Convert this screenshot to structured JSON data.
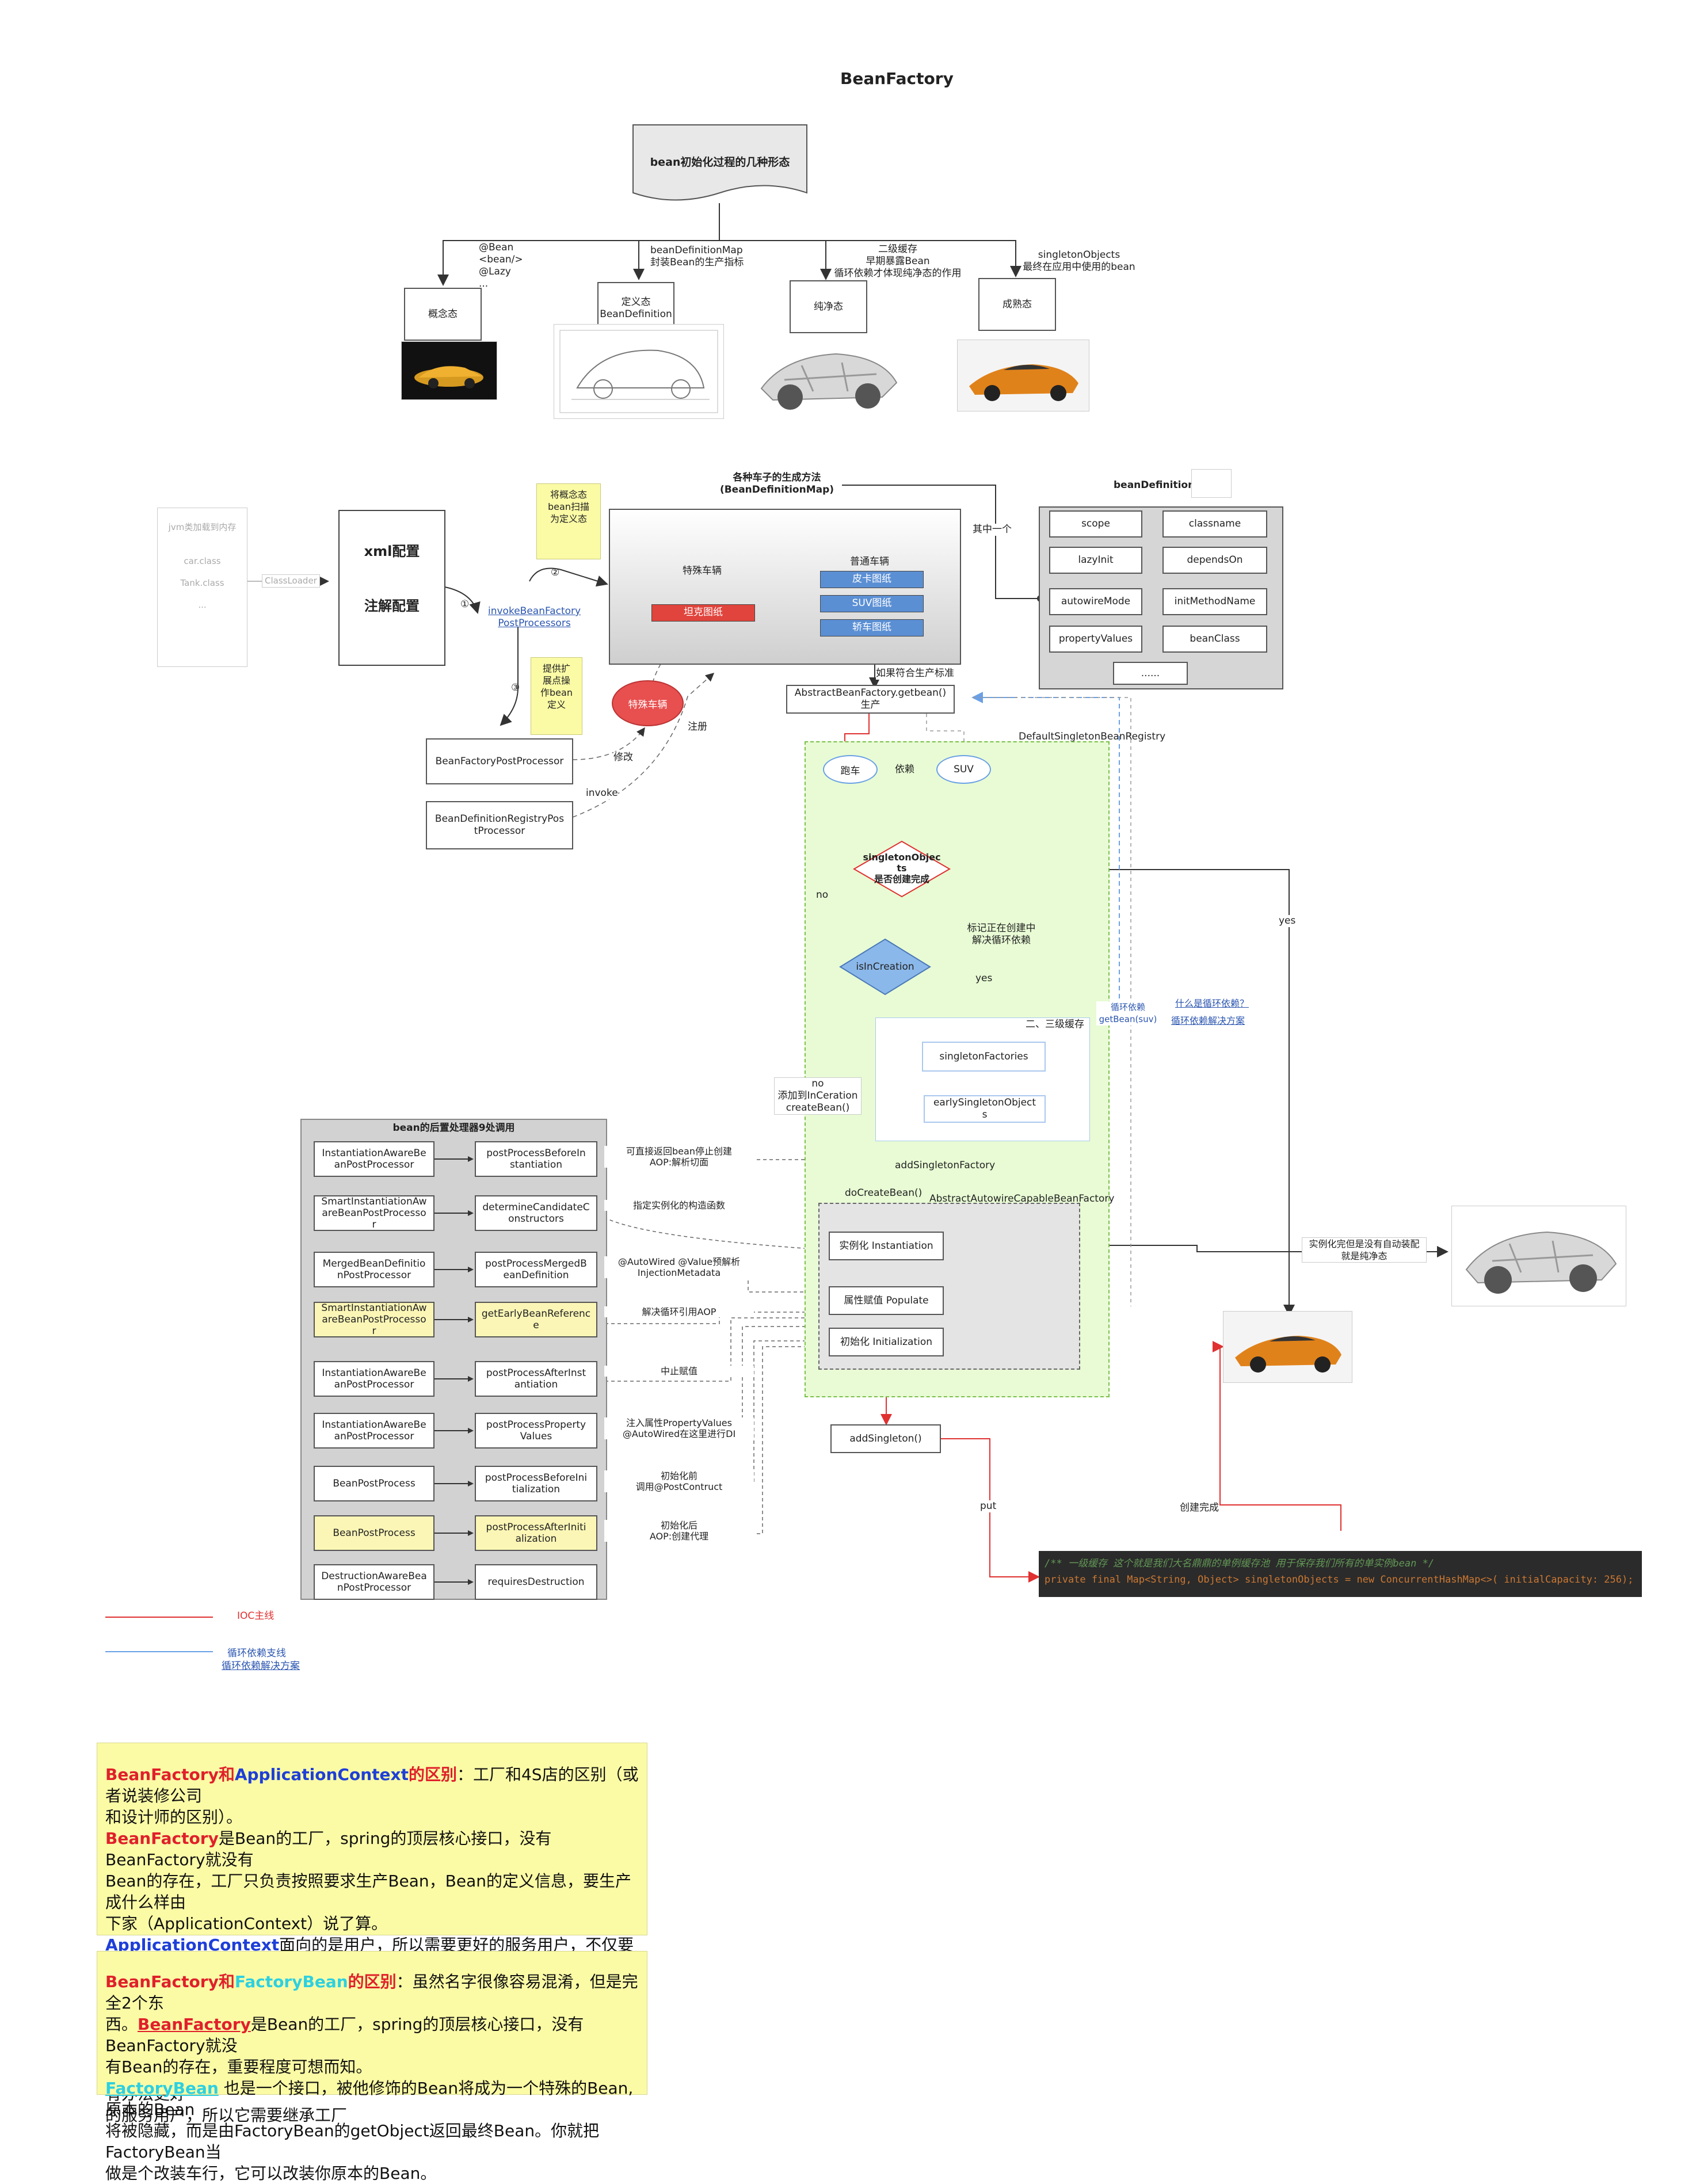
{
  "title": "BeanFactory",
  "root": "bean初始化过程的几种形态",
  "forms": {
    "concept": {
      "label": "概念态",
      "note": "@Bean\n<bean/>\n@Lazy\n..."
    },
    "definition": {
      "label": "定义态\nBeanDefinition",
      "note": "beanDefinitionMap\n封装Bean的生产指标"
    },
    "pure": {
      "label": "纯净态",
      "note": "二级缓存\n早期暴露Bean\n循环依赖才体现纯净态的作用"
    },
    "mature": {
      "label": "成熟态",
      "note": "singletonObjects\n最终在应用中使用的bean"
    }
  },
  "jvm": {
    "title": "jvm类加载到内存",
    "items": [
      "car.class",
      "Tank.class",
      "..."
    ],
    "arrow": "ClassLoader"
  },
  "config": {
    "xml": "xml配置",
    "annotation": "注解配置"
  },
  "sticky1": "将概念态\nbean扫描\n为定义态",
  "sticky2": "提供扩\n展点操\n作bean\n定义",
  "invoke_link": "invokeBeanFactory\nPostProcessors",
  "steps": {
    "s1": "①",
    "s2": "②",
    "s3": "③"
  },
  "map": {
    "title": "各种车子的生成方法\n(BeanDefinitionMap)",
    "special_title": "特殊车辆",
    "special_item": "坦克图纸",
    "normal_title": "普通车辆",
    "normal_items": [
      "皮卡图纸",
      "SUV图纸",
      "轿车图纸"
    ],
    "one_of": "其中一个"
  },
  "bean_definition": {
    "title": "beanDefinition",
    "fields": [
      "scope",
      "classname",
      "lazyInit",
      "dependsOn",
      "autowireMode",
      "initMethodName",
      "propertyValues",
      "beanClass",
      "......"
    ]
  },
  "special_car": "特殊车辆",
  "bfpp": "BeanFactoryPostProcessor",
  "bdrpp": "BeanDefinitionRegistryPos\ntProcessor",
  "lbl": {
    "modify": "修改",
    "register": "注册",
    "invoke": "invoke",
    "produce": "如果符合生产标准",
    "getbean": "AbstractBeanFactory.getbean()\n生产",
    "registry": "DefaultSingletonBeanRegistry",
    "sports": "跑车",
    "depends": "依赖",
    "suv": "SUV",
    "singleton_check": "singletonObjec\nts\n是否创建完成",
    "no": "no",
    "yes": "yes",
    "mark": "标记正在创建中\n解决循环依赖",
    "is_in_creation": "isInCreation",
    "cycle_dep": "循环依赖\ngetBean(suv)",
    "what_cycle": "什么是循环依赖？",
    "cycle_solution": "循环依赖解决方案",
    "third_cache": "二、三级缓存",
    "singleton_factories": "singletonFactories",
    "early_singletons": "earlySingletonObject\ns",
    "add_creation": "no\n添加到InCeration\ncreateBean()",
    "add_factory": "addSingletonFactory",
    "do_create": "doCreateBean()",
    "autowire_factory": "AbstractAutowireCapableBeanFactory",
    "instantiation": "实例化 Instantiation",
    "populate": "属性赋值 Populate",
    "initialization": "初始化 Initialization",
    "add_singleton": "addSingleton()",
    "put": "put",
    "created": "创建完成",
    "pure_note": "实例化完但是没有自动装配\n就是纯净态"
  },
  "processors": {
    "title": "bean的后置处理器9处调用",
    "rows": [
      {
        "left": "InstantiationAwareBe\nanPostProcessor",
        "right": "postProcessBeforeIn\nstantiation",
        "note": "可直接返回bean停止创建\nAOP:解析切面",
        "hl": false
      },
      {
        "left": "SmartInstantiationAw\nareBeanPostProcesso\nr",
        "right": "determineCandidateC\nonstructors",
        "note": "指定实例化的构造函数",
        "hl": false
      },
      {
        "left": "MergedBeanDefinitio\nnPostProcessor",
        "right": "postProcessMergedB\neanDefinition",
        "note": "@AutoWired @Value预解析\nInjectionMetadata",
        "hl": false
      },
      {
        "left": "SmartInstantiationAw\nareBeanPostProcesso\nr",
        "right": "getEarlyBeanReferenc\ne",
        "note": "解决循环引用AOP",
        "hl": true
      },
      {
        "left": "InstantiationAwareBe\nanPostProcessor",
        "right": "postProcessAfterInst\nantiation",
        "note": "中止赋值",
        "hl": false
      },
      {
        "left": "InstantiationAwareBe\nanPostProcessor",
        "right": "postProcessProperty\nValues",
        "note": "注入属性PropertyValues\n@AutoWired在这里进行DI",
        "hl": false
      },
      {
        "left": "BeanPostProcess",
        "right": "postProcessBeforeIni\ntialization",
        "note": "初始化前\n调用@PostContruct",
        "hl": false
      },
      {
        "left": "BeanPostProcess",
        "right": "postProcessAfterIniti\nalization",
        "note": "初始化后\nAOP:创建代理",
        "hl": true
      },
      {
        "left": "DestructionAwareBea\nnPostProcessor",
        "right": "requiresDestruction",
        "note": "",
        "hl": false
      }
    ]
  },
  "code": {
    "comment": "/** 一级缓存 这个就是我们大名鼎鼎的单例缓存池 用于保存我们所有的单实例bean */",
    "line": "private final Map<String, Object> singletonObjects = new ConcurrentHashMap<>( initialCapacity: 256);"
  },
  "legend": {
    "ioc": "IOC主线",
    "cycle": "循环依赖支线",
    "cycle_link": "循环依赖解决方案"
  },
  "colors": {
    "ioc": "#e03030",
    "cycle": "#6aa0e6",
    "green": "#e8fbd4",
    "blue_bar": "#5b8fd4",
    "red_bar": "#e0443c"
  },
  "desc1": {
    "h_pre": "BeanFactory和",
    "h_ac": "ApplicationContext",
    "h_post": "的区别",
    "intro": "：工厂和4S店的区别（或者说装修公司\n和设计师的区别）。",
    "bf": "BeanFactory",
    "bf_text": "是Bean的工厂，spring的顶层核心接口，没有BeanFactory就没有\nBean的存在，工厂只负责按照要求生产Bean，Bean的定义信息，要生产成什么样由\n下家（ApplicationContext）说了算。",
    "ac": "ApplicationContext",
    "ac_text": "面向的是用户，所以需要更好的服务用户，不仅要提供Bean和\n调用工厂去生产Bean还要提供一系列人性化的服务（如国际化、加载Bean定义、监听\n器等等...），怎么生成Bean的事交给工厂去做。",
    "tail": "但是ApplicationContext也依赖工厂，没有工厂他没有办法提供Bean，没有办法更好\n的服务用户，所以它需要继承工厂"
  },
  "desc2": {
    "h_pre": "BeanFactory和",
    "h_fb": "FactoryBean",
    "h_post": "的区别",
    "intro": "：虽然名字很像容易混淆，但是完全2个东\n西。",
    "bf": "BeanFactory",
    "bf_text": "是Bean的工厂，spring的顶层核心接口，没有BeanFactory就没\n有Bean的存在，重要程度可想而知。",
    "fb": "FactoryBean",
    "fb_text": " 也是一个接口，被他修饰的Bean将成为一个特殊的Bean,原本的Bean\n将被隐藏，而是由FactoryBean的getObject返回最终Bean。你就把FactoryBean当\n做是个改装车行，它可以改装你原本的Bean。"
  }
}
